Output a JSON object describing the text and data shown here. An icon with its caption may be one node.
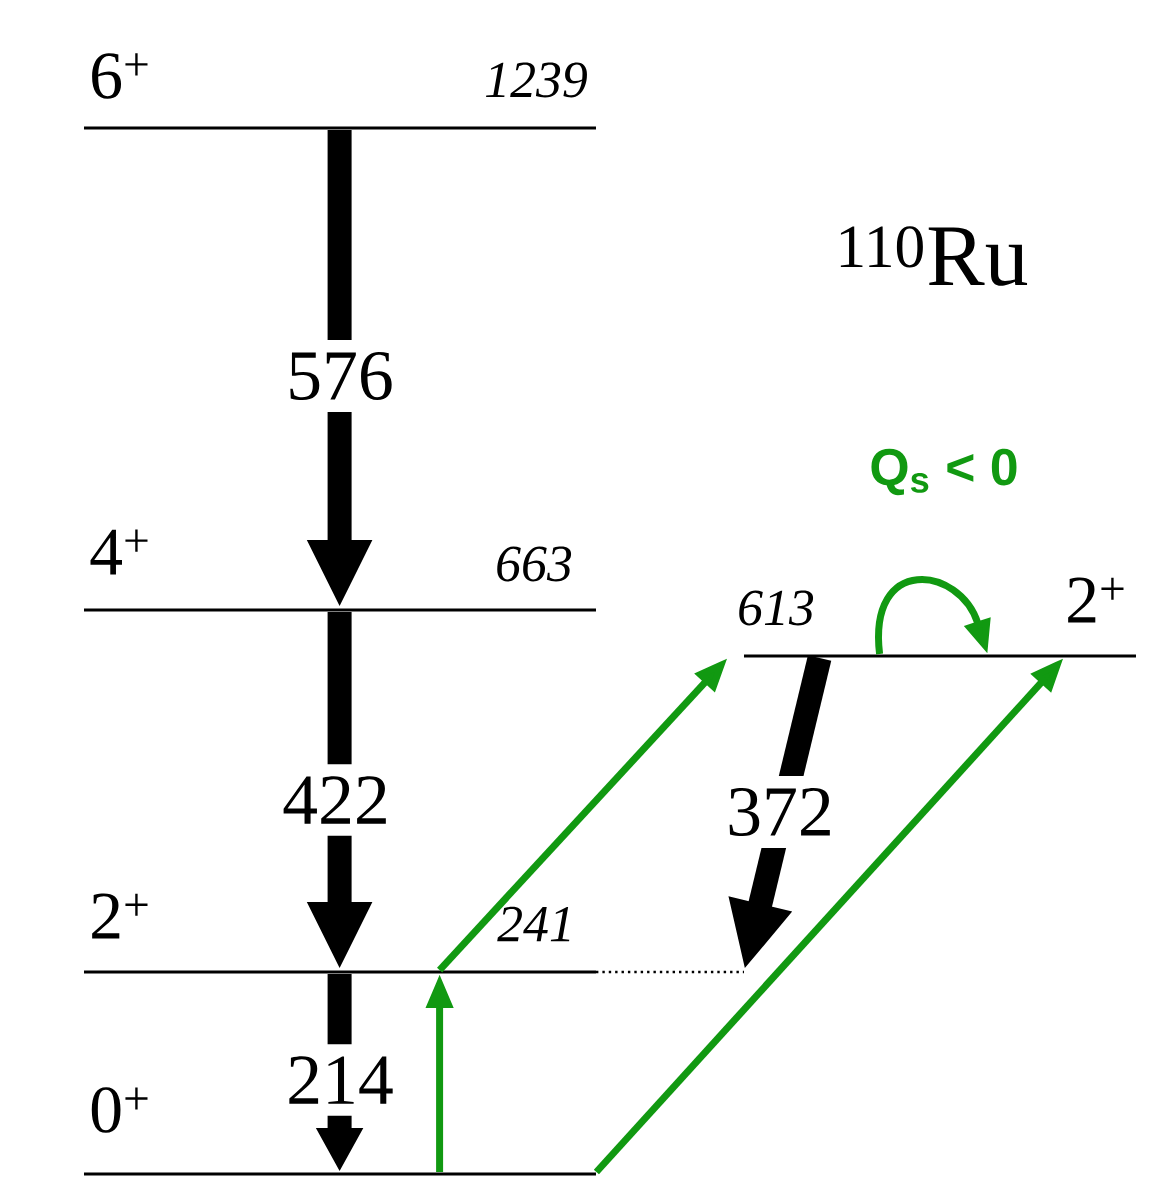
{
  "diagram": {
    "nodes": [
      {
        "text": [
          "6$^{+}$",
          "1239"
        ]
      },
      {
        "text": [
          "4$^{+}$",
          "663"
        ]
      },
      {
        "text": [
          "2$^{+}$",
          "241"
        ]
      },
      {
        "text": [
          "0$^{+}$"
        ]
      },
      {
        "text": [
          "613",
          "2$^{+}$"
        ]
      }
    ],
    "edges": [
      {
        "from": 0,
        "to": 1,
        "arrow": "to",
        "label": "576",
        "style": "thick"
      },
      {
        "from": 1,
        "to": 2,
        "arrow": "to",
        "label": "422",
        "style": "thick"
      },
      {
        "from": 2,
        "to": 3,
        "arrow": "to",
        "label": "214",
        "style": "thick"
      },
      {
        "from": 4,
        "to": 2,
        "arrow": "to",
        "label": "372",
        "style": "thick"
      },
      {
        "from": 3,
        "to": 2,
        "arrow": "to",
        "color": "#119911"
      },
      {
        "from": 2,
        "to": 4,
        "arrow": "to",
        "color": "#119911"
      },
      {
        "from": 3,
        "to": 4,
        "arrow": "to",
        "color": "#119911"
      },
      {
        "from": 4,
        "to": 4,
        "arrow": "to",
        "label": "Q$_{s}$ < 0",
        "color": "#119911"
      }
    ],
    "labels": [
      "$^{110}$Ru"
    ]
  }
}
